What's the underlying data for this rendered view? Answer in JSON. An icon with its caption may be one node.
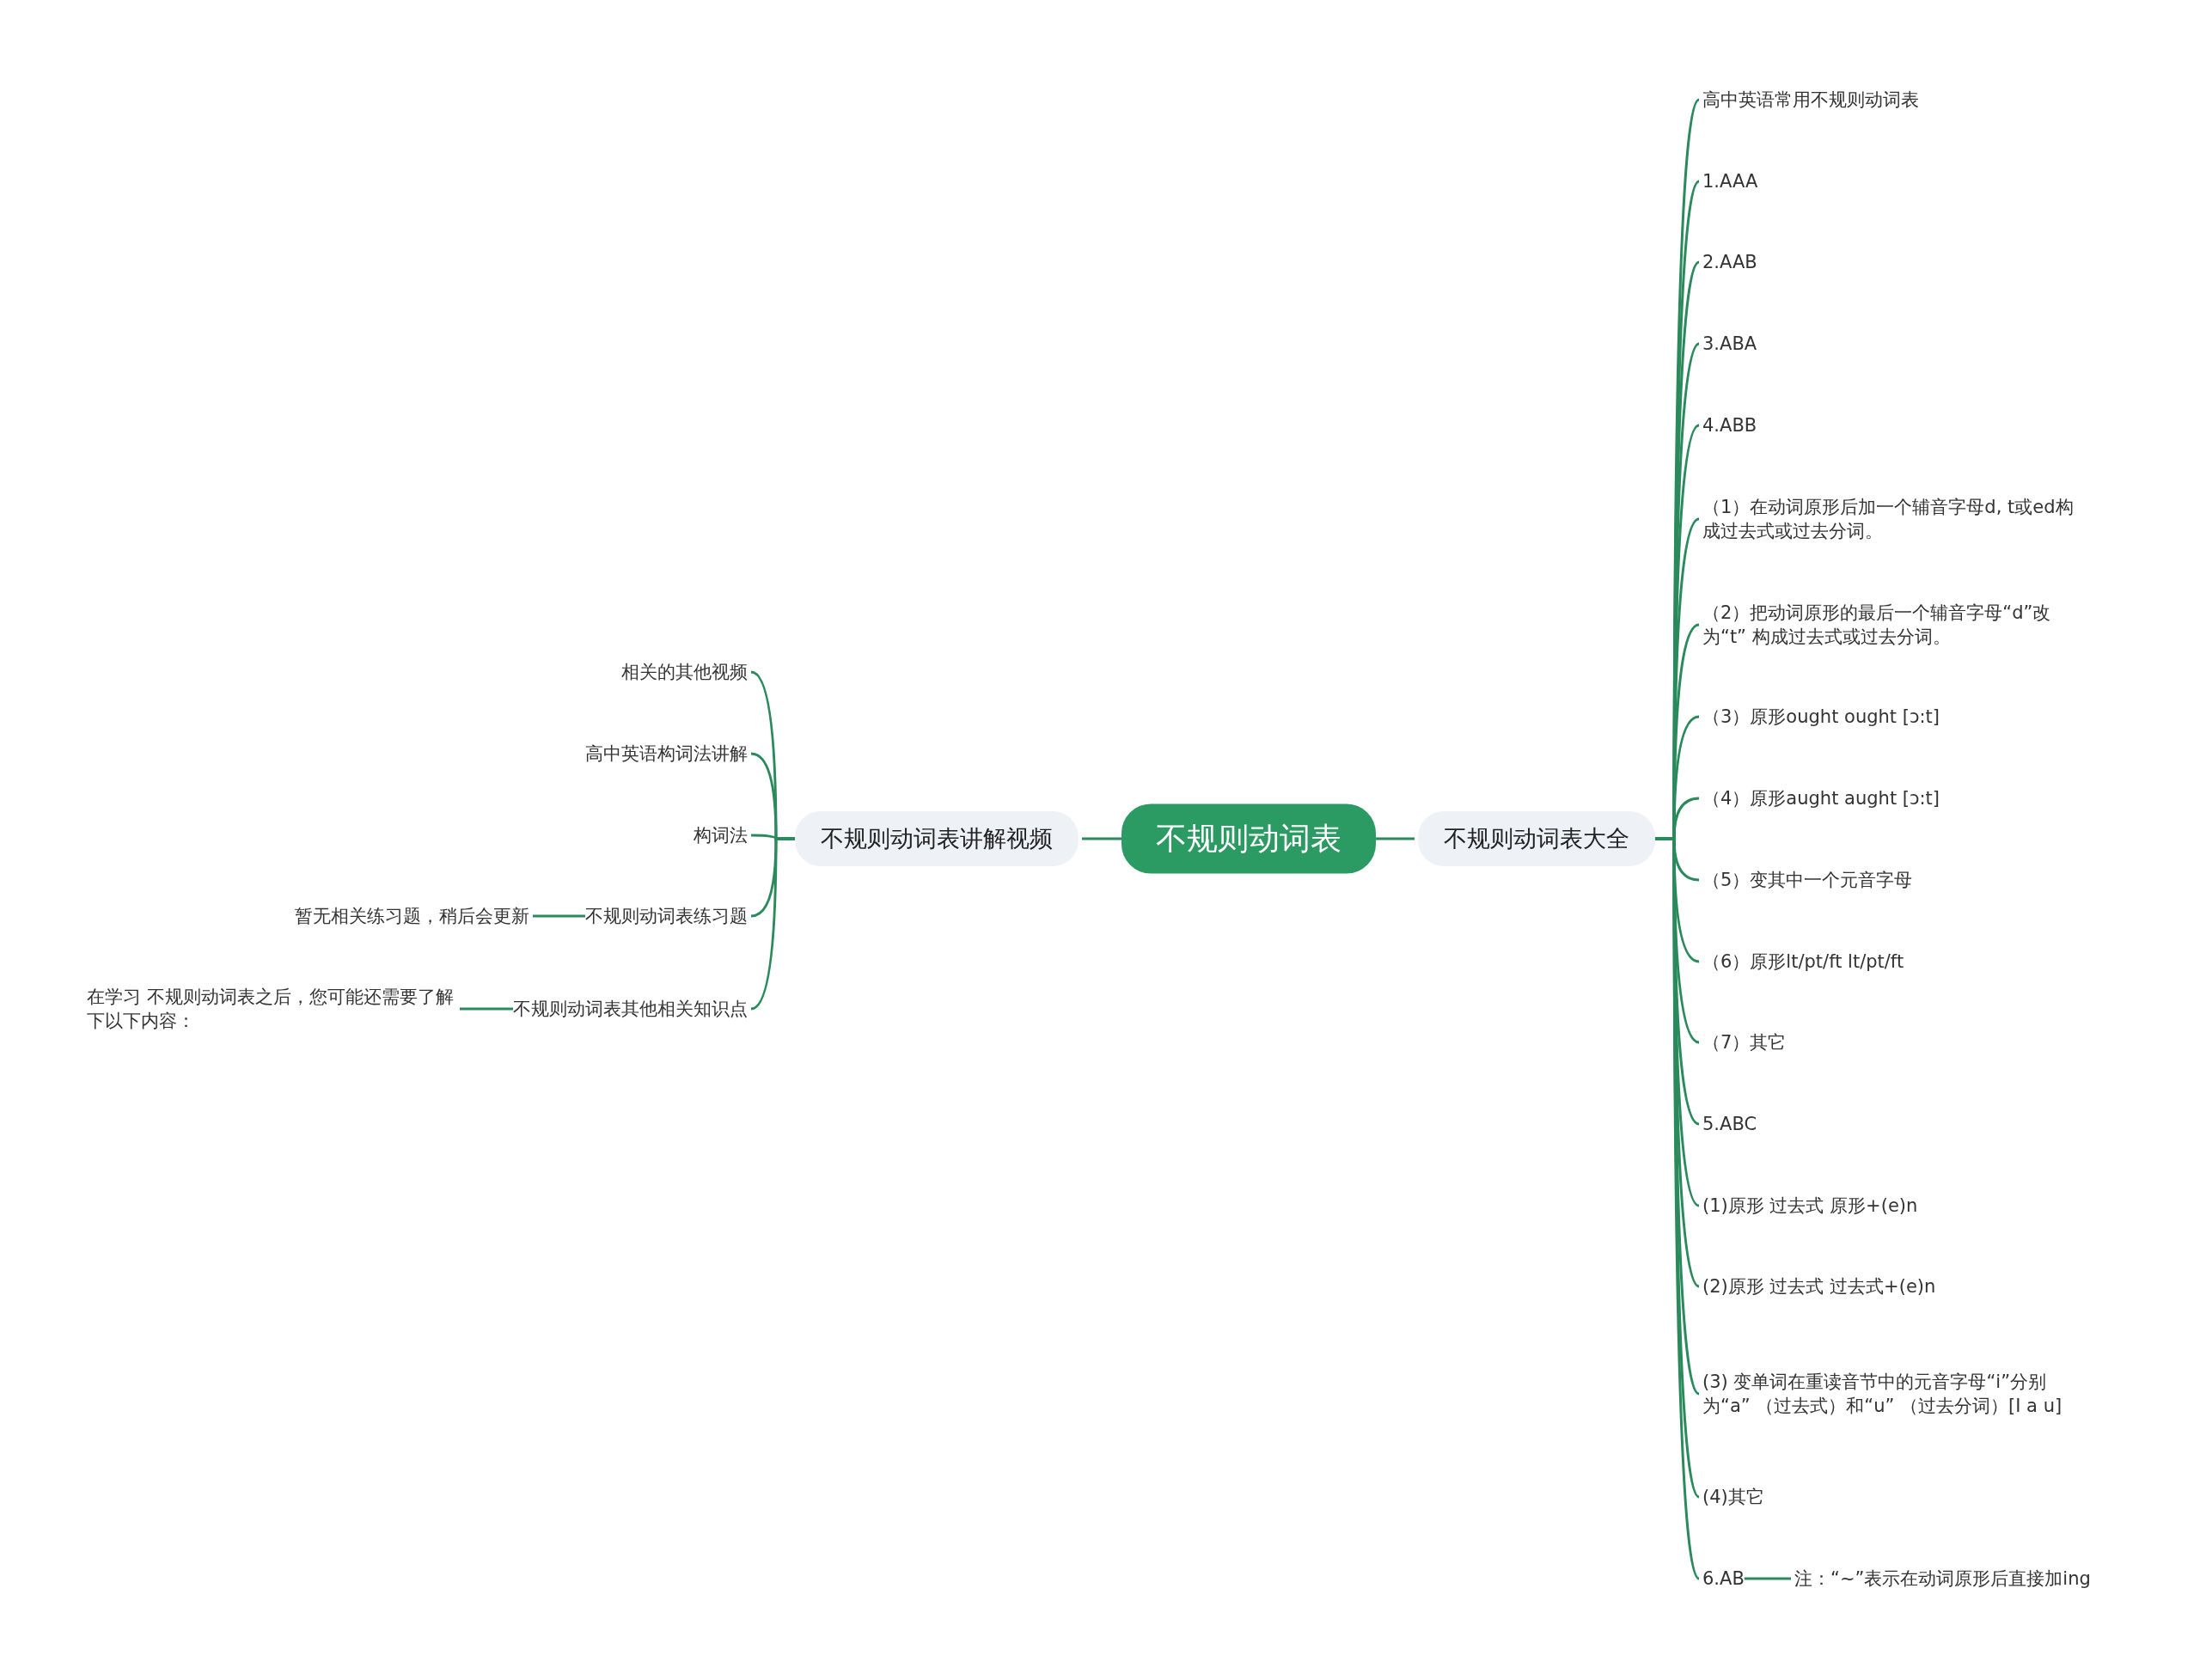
{
  "diagram": {
    "nodes": [
      {
        "text": [
          "不规则动词表"
        ]
      },
      {
        "text": [
          "不规则动词表讲解视频"
        ]
      },
      {
        "text": [
          "相关的其他视频"
        ]
      },
      {
        "text": [
          "高中英语构词法讲解"
        ]
      },
      {
        "text": [
          "构词法"
        ]
      },
      {
        "text": [
          "不规则动词表练习题"
        ]
      },
      {
        "text": [
          "不规则动词表其他相关知识点"
        ]
      },
      {
        "text": [
          "暂无相关练习题，稍后会更新"
        ]
      },
      {
        "text": [
          "在学习 不规则动词表之后，您可能还需要了解下以下内容："
        ]
      },
      {
        "text": [
          "不规则动词表大全"
        ]
      },
      {
        "text": [
          "高中英语常用不规则动词表"
        ]
      },
      {
        "text": [
          "1.AAA"
        ]
      },
      {
        "text": [
          "2.AAB"
        ]
      },
      {
        "text": [
          "3.ABA"
        ]
      },
      {
        "text": [
          "4.ABB"
        ]
      },
      {
        "text": [
          "（1）在动词原形后加一个辅音字母d, t或ed构成过去式或过去分词。"
        ]
      },
      {
        "text": [
          "（2）把动词原形的最后一个辅音字母“d”改为“t” 构成过去式或过去分词。"
        ]
      },
      {
        "text": [
          "（3）原形ought ought [ɔ:t]"
        ]
      },
      {
        "text": [
          "（4）原形aught aught [ɔ:t]"
        ]
      },
      {
        "text": [
          "（5）变其中一个元音字母"
        ]
      },
      {
        "text": [
          "（6）原形lt/pt/ft lt/pt/ft"
        ]
      },
      {
        "text": [
          "（7）其它"
        ]
      },
      {
        "text": [
          "5.ABC"
        ]
      },
      {
        "text": [
          "(1)原形 过去式 原形+(e)n"
        ]
      },
      {
        "text": [
          "(2)原形 过去式 过去式+(e)n"
        ]
      },
      {
        "text": [
          "(3) 变单词在重读音节中的元音字母“i”分别为“a” （过去式）和“u” （过去分词）[I a u]"
        ]
      },
      {
        "text": [
          "(4)其它"
        ]
      },
      {
        "text": [
          "6.AB"
        ]
      },
      {
        "text": [
          "注：“~”表示在动词原形后直接加ing"
        ]
      }
    ],
    "edges": [
      {
        "from": 0,
        "to": 1,
        "arrow": "none"
      },
      {
        "from": 0,
        "to": 9,
        "arrow": "none"
      },
      {
        "from": 1,
        "to": 2,
        "arrow": "none"
      },
      {
        "from": 1,
        "to": 3,
        "arrow": "none"
      },
      {
        "from": 1,
        "to": 4,
        "arrow": "none"
      },
      {
        "from": 1,
        "to": 5,
        "arrow": "none"
      },
      {
        "from": 1,
        "to": 6,
        "arrow": "none"
      },
      {
        "from": 5,
        "to": 7,
        "arrow": "none"
      },
      {
        "from": 6,
        "to": 8,
        "arrow": "none"
      },
      {
        "from": 9,
        "to": 10,
        "arrow": "none"
      },
      {
        "from": 9,
        "to": 11,
        "arrow": "none"
      },
      {
        "from": 9,
        "to": 12,
        "arrow": "none"
      },
      {
        "from": 9,
        "to": 13,
        "arrow": "none"
      },
      {
        "from": 9,
        "to": 14,
        "arrow": "none"
      },
      {
        "from": 9,
        "to": 15,
        "arrow": "none"
      },
      {
        "from": 9,
        "to": 16,
        "arrow": "none"
      },
      {
        "from": 9,
        "to": 17,
        "arrow": "none"
      },
      {
        "from": 9,
        "to": 18,
        "arrow": "none"
      },
      {
        "from": 9,
        "to": 19,
        "arrow": "none"
      },
      {
        "from": 9,
        "to": 20,
        "arrow": "none"
      },
      {
        "from": 9,
        "to": 21,
        "arrow": "none"
      },
      {
        "from": 9,
        "to": 22,
        "arrow": "none"
      },
      {
        "from": 9,
        "to": 23,
        "arrow": "none"
      },
      {
        "from": 9,
        "to": 24,
        "arrow": "none"
      },
      {
        "from": 9,
        "to": 25,
        "arrow": "none"
      },
      {
        "from": 9,
        "to": 26,
        "arrow": "none"
      },
      {
        "from": 9,
        "to": 27,
        "arrow": "none"
      },
      {
        "from": 27,
        "to": 28,
        "arrow": "none"
      }
    ]
  }
}
